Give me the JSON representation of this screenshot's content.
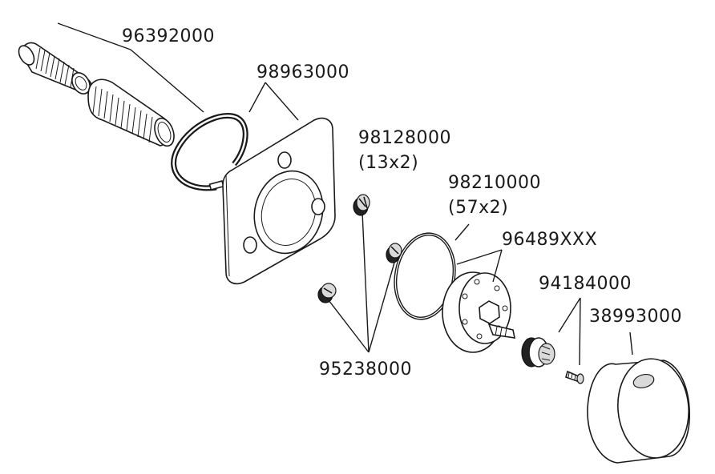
{
  "diagram": {
    "labels": {
      "p1": "96392000",
      "p2": "98963000",
      "p3": "98128000",
      "p3_note": "(13x2)",
      "p4": "98210000",
      "p4_note": "(57x2)",
      "p5": "96489XXX",
      "p6": "94184000",
      "p7": "38993000",
      "p8": "95238000"
    },
    "colors": {
      "line": "#1a1a1a",
      "background": "#ffffff",
      "shade": "#d9d9d9"
    }
  }
}
